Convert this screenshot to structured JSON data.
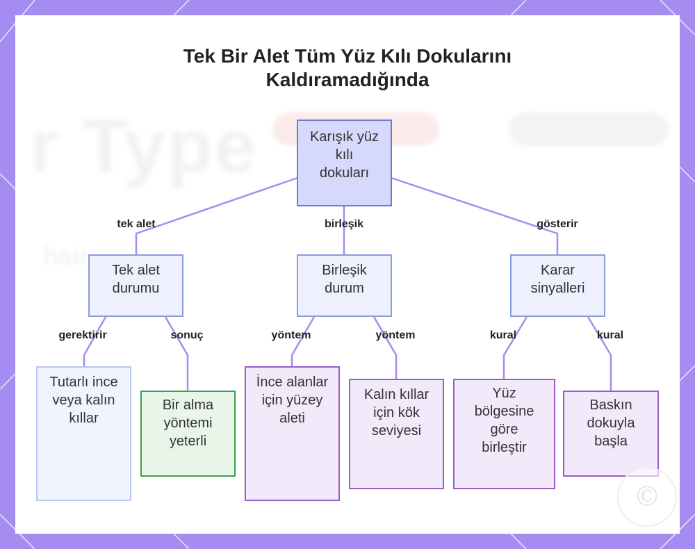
{
  "title": {
    "line1": "Tek Bir Alet Tüm Yüz Kılı Dokularını",
    "line2": "Kaldıramadığında"
  },
  "nodes": {
    "root": "Karışık yüz kılı dokuları",
    "single": "Tek alet durumu",
    "combined": "Birleşik durum",
    "signals": "Karar sinyalleri",
    "consistent": "Tutarlı ince veya kalın kıllar",
    "one_method": "Bir alma yöntemi yeterli",
    "fine_areas": "İnce alanlar için yüzey aleti",
    "thick_hair": "Kalın kıllar için kök seviyesi",
    "by_zone": "Yüz bölgesine göre birleştir",
    "dominant": "Baskın dokuyla başla"
  },
  "edge_labels": {
    "tek_alet": "tek alet",
    "birlesik": "birleşik",
    "gosterir": "gösterir",
    "gerektirir": "gerektirir",
    "sonuc": "sonuç",
    "yontem1": "yöntem",
    "yontem2": "yöntem",
    "kural1": "kural",
    "kural2": "kural"
  },
  "background_text": {
    "main": "r Type",
    "sub": "hair"
  },
  "colors": {
    "frame": "#a58cf0",
    "edge": "#a58cf0",
    "root_fill": "#d6d9fb",
    "green_border": "#3ca24a",
    "purple_border": "#9a5cc8"
  }
}
